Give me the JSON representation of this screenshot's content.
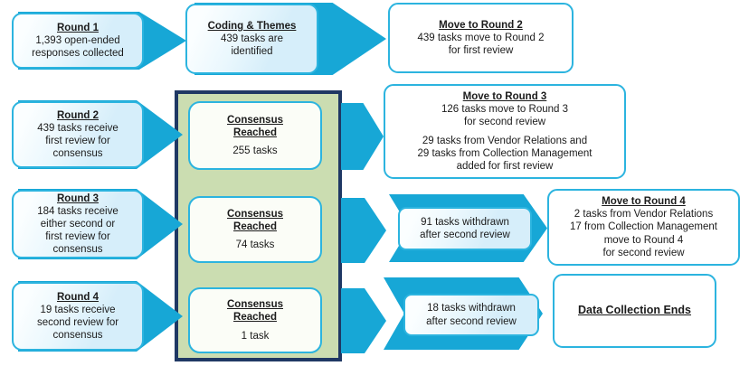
{
  "colors": {
    "accent_cyan": "#17a7d6",
    "box_border_cyan": "#2cb4df",
    "light_blue_fill": "#d6eefa",
    "container_border_navy": "#1f3864",
    "container_fill_green": "#cbddb1",
    "text": "#1b1b1b"
  },
  "boxes": {
    "round1": {
      "title": "Round 1",
      "lines": [
        "1,393 open-ended",
        "responses collected"
      ]
    },
    "coding": {
      "title": "Coding & Themes",
      "lines": [
        "439 tasks are",
        "identified"
      ]
    },
    "move2": {
      "title": "Move to Round 2",
      "lines": [
        "439 tasks move to Round 2",
        "for first review"
      ]
    },
    "round2": {
      "title": "Round 2",
      "lines": [
        "439 tasks receive",
        "first review for",
        "consensus"
      ]
    },
    "consensus1": {
      "title_line1": "Consensus",
      "title_line2": "Reached",
      "value": "255 tasks"
    },
    "move3": {
      "title": "Move to Round 3",
      "lines": [
        "126 tasks move to Round 3",
        "for second review"
      ],
      "lines2": [
        "29 tasks from Vendor Relations and",
        "29 tasks from Collection Management",
        "added for first review"
      ]
    },
    "round3": {
      "title": "Round 3",
      "lines": [
        "184 tasks receive",
        "either second or",
        "first review for",
        "consensus"
      ]
    },
    "consensus2": {
      "title_line1": "Consensus",
      "title_line2": "Reached",
      "value": "74 tasks"
    },
    "withdrawn91": {
      "lines": [
        "91 tasks withdrawn",
        "after second review"
      ]
    },
    "move4": {
      "title": "Move to Round 4",
      "lines": [
        "2 tasks from Vendor Relations",
        "17 from Collection Management",
        "move to Round 4",
        "for second review"
      ]
    },
    "round4": {
      "title": "Round 4",
      "lines": [
        "19 tasks receive",
        "second review for",
        "consensus"
      ]
    },
    "consensus3": {
      "title_line1": "Consensus",
      "title_line2": "Reached",
      "value": "1 task"
    },
    "withdrawn18": {
      "lines": [
        "18 tasks withdrawn",
        "after second review"
      ]
    },
    "end": {
      "title": "Data Collection Ends"
    }
  }
}
